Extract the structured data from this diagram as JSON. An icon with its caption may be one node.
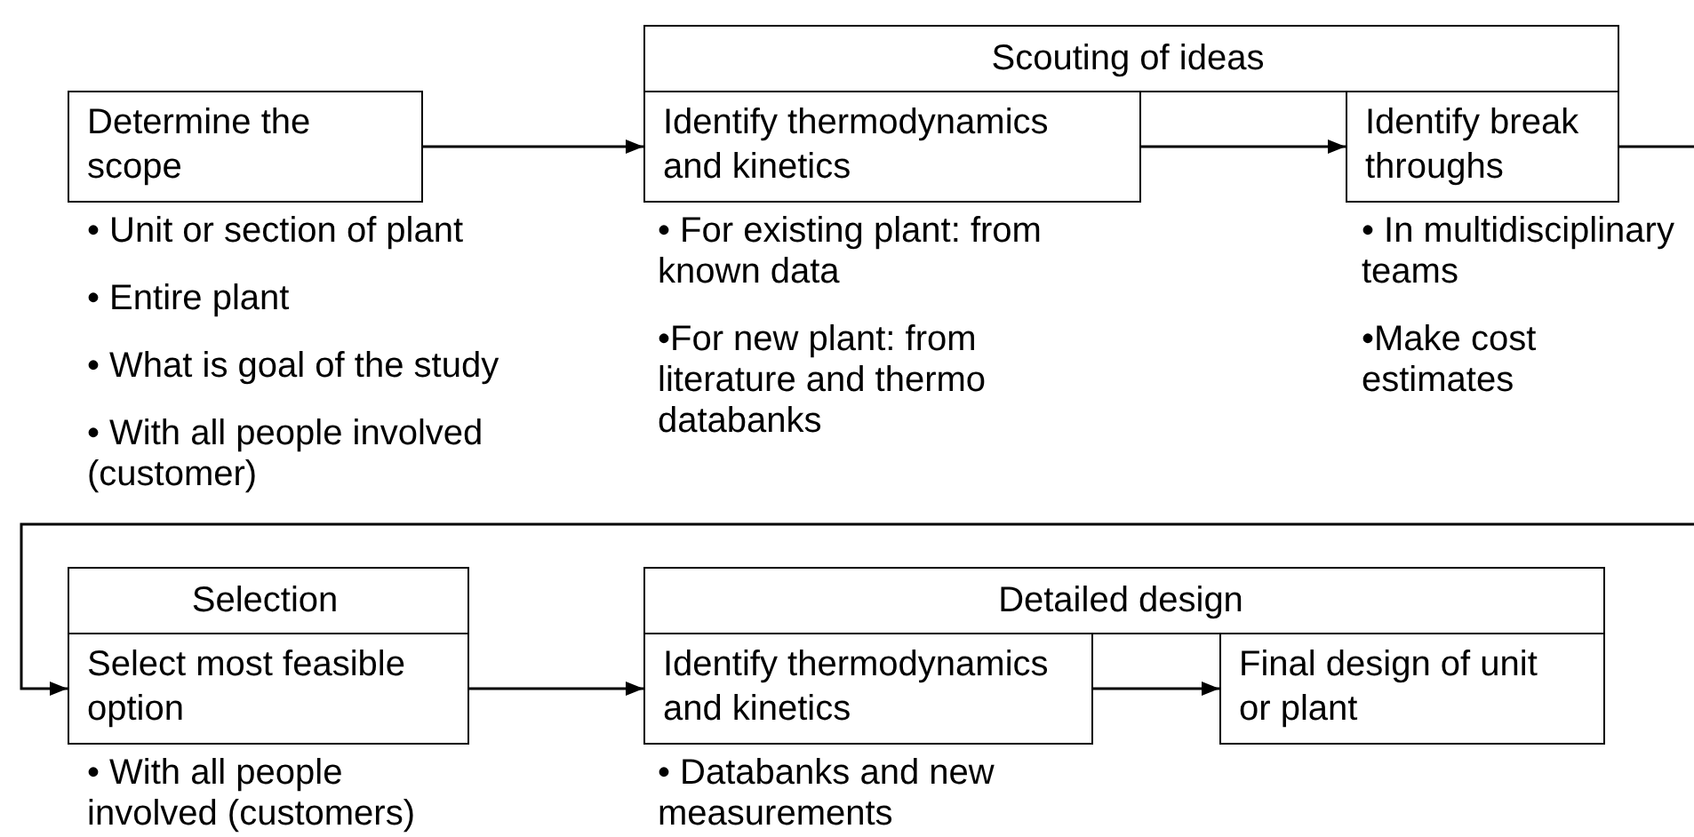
{
  "diagram": {
    "nodes": [
      {
        "text": [
          "Determine the scope"
        ],
        "beside": [
          "• Unit or section of plant",
          "• Entire plant",
          "• What is goal of the study",
          "• With all people involved (customer)"
        ]
      },
      {
        "text": [
          "Scouting of ideas"
        ]
      },
      {
        "text": [
          "Identify thermodynamics and kinetics"
        ],
        "beside": [
          "• For existing plant: from known data",
          "•For new plant: from literature and thermo databanks"
        ]
      },
      {
        "text": [
          "Identify break throughs"
        ],
        "beside": [
          "• In multidisciplinary teams",
          "•Make cost estimates"
        ]
      },
      {
        "text": [
          "Selection"
        ]
      },
      {
        "text": [
          "Select most feasible option"
        ],
        "beside": [
          "• With all people involved (customers)"
        ]
      },
      {
        "text": [
          "Detailed design"
        ]
      },
      {
        "text": [
          "Identify thermodynamics and kinetics"
        ],
        "beside": [
          "• Databanks and new measurements"
        ]
      },
      {
        "text": [
          "Final design of unit or plant"
        ]
      }
    ],
    "edges": [
      {
        "from": 0,
        "to": 2,
        "arrow": "to"
      },
      {
        "from": 2,
        "to": 3,
        "arrow": "to"
      },
      {
        "from": 3,
        "to": null,
        "arrow": "none"
      },
      {
        "from": null,
        "to": 5,
        "arrow": "to"
      },
      {
        "from": 5,
        "to": 7,
        "arrow": "to"
      },
      {
        "from": 7,
        "to": 8,
        "arrow": "to"
      }
    ]
  }
}
